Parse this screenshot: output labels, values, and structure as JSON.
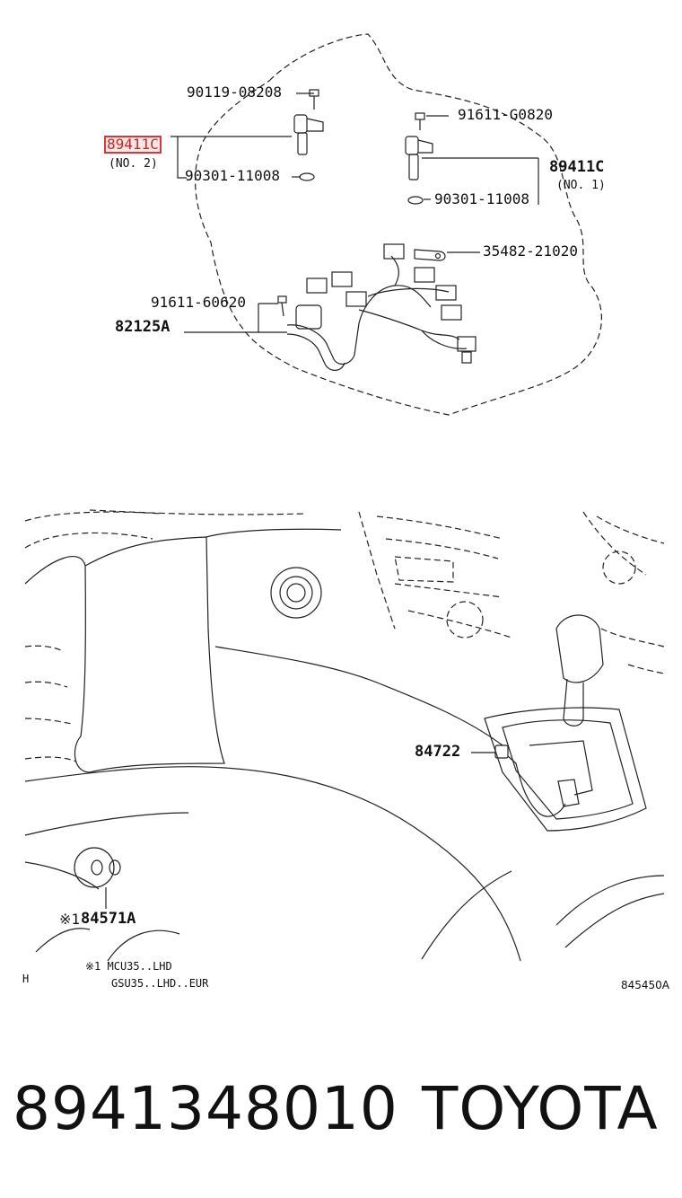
{
  "diagram_top": {
    "callouts": {
      "bolt_a": "90119-08208",
      "bolt_b": "91611-G0820",
      "sensor_no2": "89411C",
      "sensor_no2_note": "(NO. 2)",
      "sensor_no1": "89411C",
      "sensor_no1_note": "(NO. 1)",
      "washer_a": "90301-11008",
      "washer_b": "90301-11008",
      "clamp": "35482-21020",
      "bolt_c": "91611-60620",
      "harness": "82125A"
    }
  },
  "diagram_bottom": {
    "callouts": {
      "switch": "84722",
      "knob": "84571A",
      "knob_prefix": "※1",
      "note_line1": "※1 MCU35..LHD",
      "note_line2": "GSU35..LHD..EUR",
      "corner_mark": "H",
      "figure_id": "845450A"
    }
  },
  "footer": {
    "part_number": "8941348010",
    "brand": "TOYOTA"
  },
  "colors": {
    "line": "#222222",
    "highlight_border": "#d43a3a",
    "highlight_fill": "#fbe4e4"
  }
}
